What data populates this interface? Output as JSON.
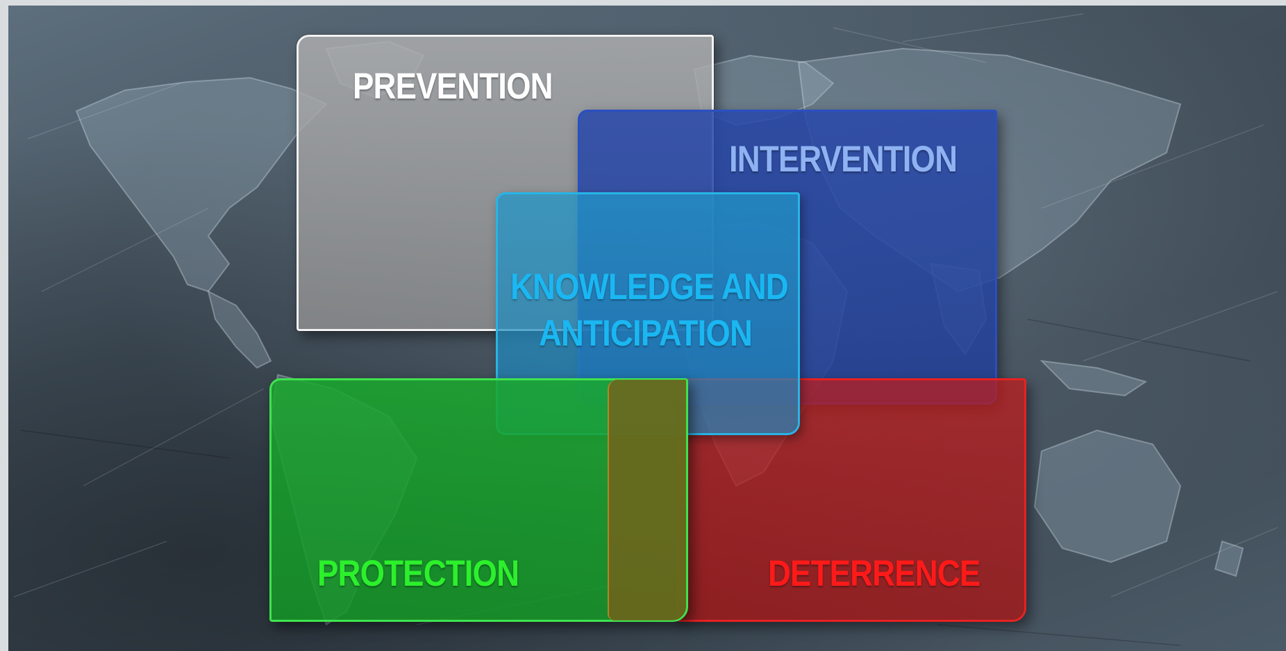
{
  "diagram": {
    "boxes": {
      "prevention": {
        "label": "PREVENTION",
        "color": "#9a9a9a",
        "label_color": "#ffffff",
        "border_color": "#f2f2f2"
      },
      "intervention": {
        "label": "INTERVENTION",
        "color": "#2a4aa6",
        "label_color": "#8fb2f2",
        "border_color": "#2a4fc0"
      },
      "knowledge": {
        "label_line1": "KNOWLEDGE AND",
        "label_line2": "ANTICIPATION",
        "color": "#2092c8",
        "label_color": "#1ab7f2",
        "border_color": "#28b4e6"
      },
      "protection": {
        "label": "PROTECTION",
        "color": "#1aa82e",
        "label_color": "#2cf02c",
        "border_color": "#3fe34f"
      },
      "deterrence": {
        "label": "DETERRENCE",
        "color": "#b81c1c",
        "label_color": "#ff1a1a",
        "border_color": "#e62222"
      }
    },
    "background": {
      "theme": "world-map",
      "base_color": "#44525e"
    }
  }
}
